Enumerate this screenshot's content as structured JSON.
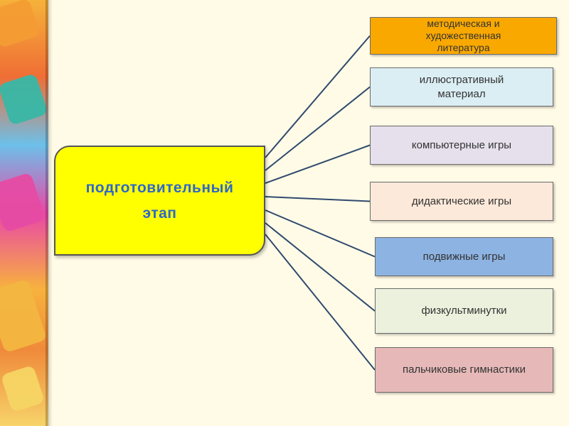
{
  "central": {
    "label": "подготовительный\nэтап",
    "fill": "#ffff00",
    "text_color": "#2f68c8"
  },
  "branches": [
    {
      "label": "методическая и\nхудожественная\nлитература",
      "fill": "#f9a800"
    },
    {
      "label": "иллюстративный\nматериал",
      "fill": "#dbeef4"
    },
    {
      "label": "компьютерные игры",
      "fill": "#e6e0ec"
    },
    {
      "label": "дидактические  игры",
      "fill": "#fde9d9"
    },
    {
      "label": "подвижные игры",
      "fill": "#8db3e2"
    },
    {
      "label": "физкультминутки",
      "fill": "#ebf1dd"
    },
    {
      "label": "пальчиковые  гимнастики",
      "fill": "#e6b9b8"
    }
  ],
  "decoration": {
    "strip_colors": [
      "#f6b23a",
      "#ef6e35",
      "#6cc0ea",
      "#e948a6",
      "#f7d36a"
    ]
  }
}
